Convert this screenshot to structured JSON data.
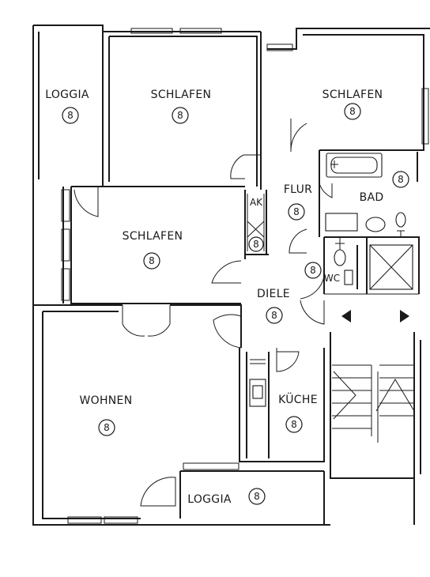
{
  "rooms": {
    "loggia_nw": {
      "label": "LOGGIA",
      "code": "8"
    },
    "schlafen_n": {
      "label": "SCHLAFEN",
      "code": "8"
    },
    "schlafen_ne": {
      "label": "SCHLAFEN",
      "code": "8"
    },
    "flur": {
      "label": "FLUR",
      "code": "8"
    },
    "bad": {
      "label": "BAD",
      "code": "8"
    },
    "ak": {
      "label": "AK",
      "code": "8"
    },
    "schlafen_w": {
      "label": "SCHLAFEN",
      "code": "8"
    },
    "wc": {
      "label": "WC",
      "code": "8"
    },
    "diele": {
      "label": "DIELE",
      "code": "8"
    },
    "wohnen": {
      "label": "WOHNEN",
      "code": "8"
    },
    "kueche": {
      "label": "KÜCHE",
      "code": "8"
    },
    "loggia_s": {
      "label": "LOGGIA",
      "code": "8"
    }
  },
  "colors": {
    "line": "#1a1a1a",
    "background": "#ffffff"
  }
}
